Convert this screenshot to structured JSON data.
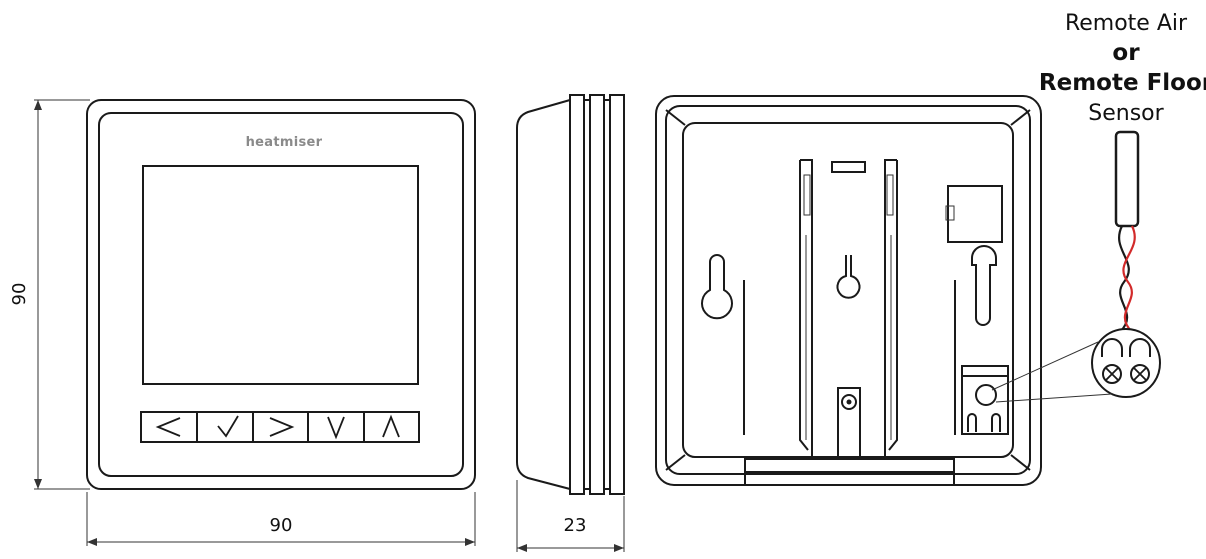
{
  "dimensions": {
    "height": "90",
    "width": "90",
    "depth": "23"
  },
  "front": {
    "brand": "heatmiser",
    "buttons": [
      {
        "name": "left-button",
        "glyph": "<"
      },
      {
        "name": "check-button",
        "glyph": "✓"
      },
      {
        "name": "right-button",
        "glyph": ">"
      },
      {
        "name": "down-button",
        "glyph": "V"
      },
      {
        "name": "up-button",
        "glyph": "Λ"
      }
    ]
  },
  "sensor_label": {
    "line1": "Remote Air",
    "line2": "or",
    "line3": "Remote Floor",
    "line4": "Sensor"
  },
  "colors": {
    "line": "#1a1a1a",
    "wire_red": "#d22a2a",
    "brand_grey": "#8a8a8a"
  }
}
